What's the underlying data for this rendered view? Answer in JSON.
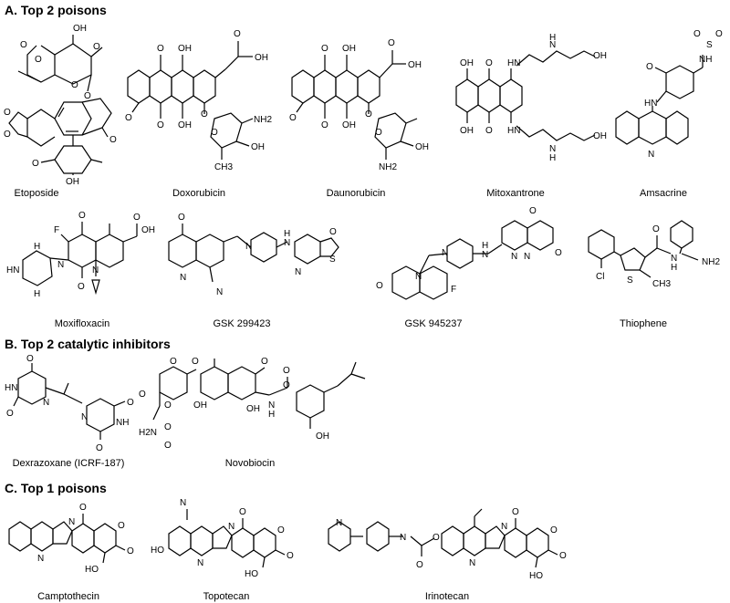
{
  "sections": [
    {
      "title": "A. Top 2 poisons"
    },
    {
      "title": "B. Top 2 catalytic inhibitors"
    },
    {
      "title": "C. Top 1 poisons"
    }
  ],
  "compounds": [
    {
      "name": "Etoposide",
      "atoms": [
        "O",
        "OH",
        "O",
        "O",
        "O",
        "O",
        "O",
        "O",
        "O",
        "O",
        "OH"
      ]
    },
    {
      "name": "Doxorubicin",
      "atoms": [
        "O",
        "OH",
        "O",
        "OH",
        "O",
        "O",
        "OH",
        "O",
        "O",
        "NH2",
        "OH",
        "CH3"
      ]
    },
    {
      "name": "Daunorubicin",
      "atoms": [
        "O",
        "OH",
        "O",
        "OH",
        "O",
        "O",
        "OH",
        "O",
        "O",
        "NH2",
        "OH"
      ]
    },
    {
      "name": "Mitoxantrone",
      "atoms": [
        "OH",
        "O",
        "HN",
        "N",
        "OH",
        "OH",
        "O",
        "HN",
        "N",
        "OH",
        "H",
        "H"
      ]
    },
    {
      "name": "Amsacrine",
      "atoms": [
        "O",
        "S",
        "O",
        "NH",
        "O",
        "HN",
        "N"
      ]
    },
    {
      "name": "Moxifloxacin",
      "atoms": [
        "F",
        "O",
        "O",
        "OH",
        "HN",
        "N",
        "N",
        "O",
        "H",
        "H"
      ]
    },
    {
      "name": "GSK 299423",
      "atoms": [
        "O",
        "N",
        "N",
        "H",
        "N",
        "O",
        "S",
        "N",
        "N"
      ]
    },
    {
      "name": "GSK 945237",
      "atoms": [
        "O",
        "O",
        "N",
        "N",
        "H",
        "N",
        "N",
        "N",
        "O",
        "F"
      ]
    },
    {
      "name": "Thiophene",
      "atoms": [
        "O",
        "N",
        "H",
        "NH2",
        "S",
        "Cl",
        "CH3"
      ]
    },
    {
      "name": "Dexrazoxane (ICRF-187)",
      "atoms": [
        "O",
        "HN",
        "N",
        "O",
        "N",
        "O",
        "NH",
        "O"
      ]
    },
    {
      "name": "Novobiocin",
      "atoms": [
        "O",
        "O",
        "O",
        "O",
        "O",
        "OH",
        "O",
        "O",
        "H2N",
        "O",
        "OH",
        "N",
        "H",
        "O",
        "OH"
      ]
    },
    {
      "name": "Camptothecin",
      "atoms": [
        "N",
        "N",
        "O",
        "O",
        "O",
        "HO"
      ]
    },
    {
      "name": "Topotecan",
      "atoms": [
        "N",
        "HO",
        "N",
        "N",
        "O",
        "O",
        "O",
        "HO"
      ]
    },
    {
      "name": "Irinotecan",
      "atoms": [
        "N",
        "N",
        "O",
        "O",
        "N",
        "N",
        "O",
        "O",
        "O",
        "HO"
      ]
    }
  ]
}
